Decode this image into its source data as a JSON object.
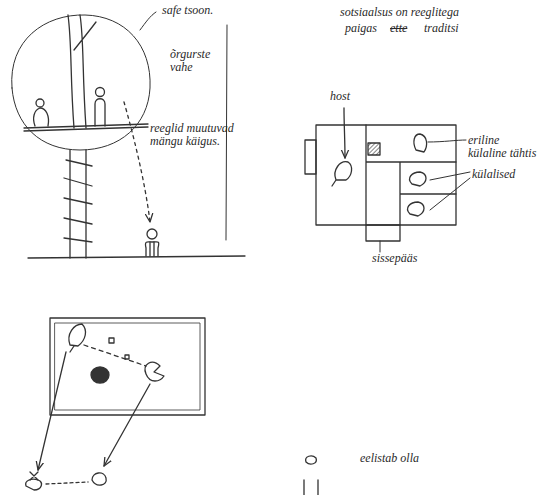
{
  "diagram": {
    "labels": [
      "safe tsoon.",
      "õrgurste vahe",
      "reeglid muutuvad mängu käigus.",
      "sotsiaalsus on reeglitega",
      "paigas",
      "ette",
      "traditsi",
      "host",
      "eriline külaline tähtis",
      "külalised",
      "sissepääs",
      "eelistab olla"
    ]
  }
}
